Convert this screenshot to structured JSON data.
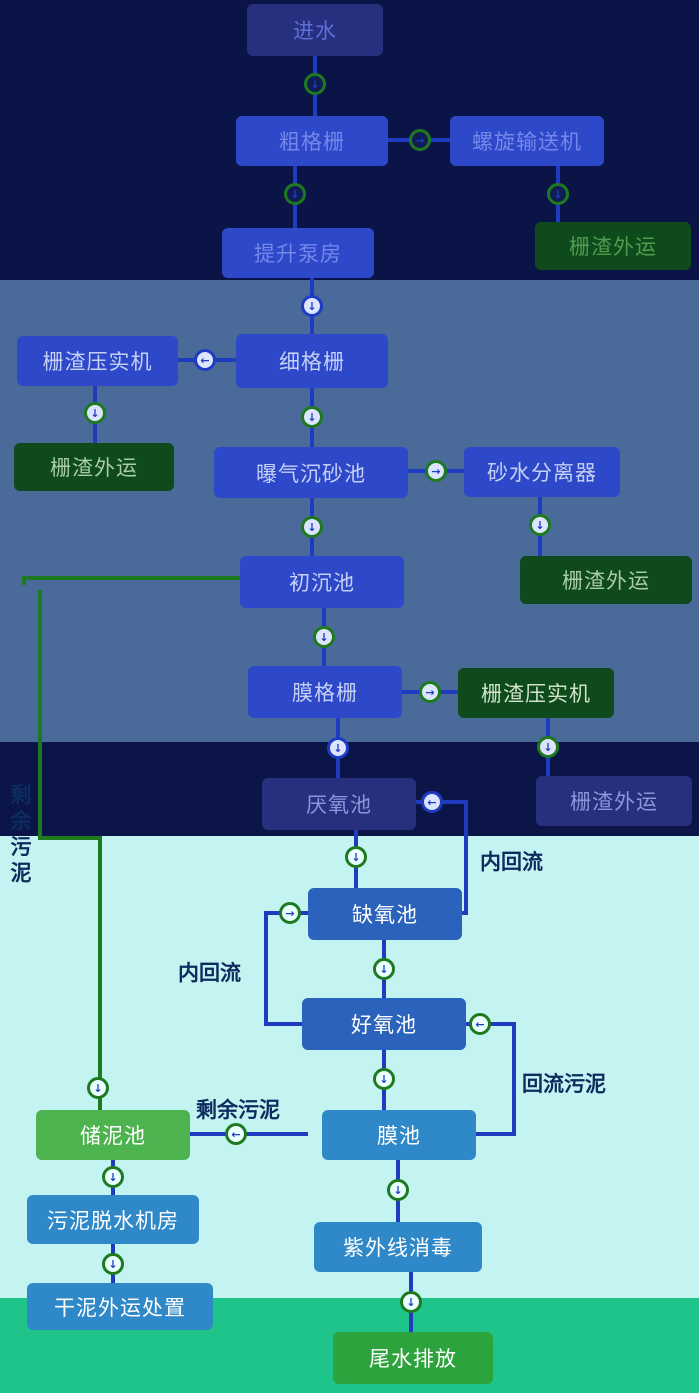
{
  "nodes": {
    "inlet": "进水",
    "coarse_screen": "粗格栅",
    "screw_conveyor": "螺旋输送机",
    "screenings_out_1": "栅渣外运",
    "lift_pump_house": "提升泵房",
    "fine_screen": "细格栅",
    "screenings_press_1": "栅渣压实机",
    "screenings_out_2": "栅渣外运",
    "aerated_grit_tank": "曝气沉砂池",
    "sand_water_separator": "砂水分离器",
    "screenings_out_3": "栅渣外运",
    "primary_clarifier": "初沉池",
    "membrane_screen": "膜格栅",
    "screenings_press_2": "栅渣压实机",
    "screenings_out_4": "栅渣外运",
    "anaerobic_tank": "厌氧池",
    "anoxic_tank": "缺氧池",
    "aerobic_tank": "好氧池",
    "membrane_tank": "膜池",
    "sludge_storage_tank": "储泥池",
    "sludge_dewatering_house": "污泥脱水机房",
    "dry_sludge_disposal": "干泥外运处置",
    "uv_disinfection": "紫外线消毒",
    "effluent_discharge": "尾水排放"
  },
  "flow_labels": {
    "excess_sludge_vertical": "剩余污泥",
    "internal_recycle_1": "内回流",
    "internal_recycle_2": "内回流",
    "return_sludge": "回流污泥",
    "excess_sludge": "剩余污泥"
  },
  "connector_icon": "arrow-in-circle-icon",
  "colors": {
    "band_dark_navy": "#0a1446",
    "band_slate": "#4a6a9a",
    "band_navy_2": "#0b1548",
    "band_light_cyan": "#c4f4f2",
    "band_teal": "#1fc48a",
    "node_dark": "#26307e",
    "node_blue": "#2d48c9",
    "node_mid_blue": "#2a62bc",
    "node_light_blue": "#2f88c7",
    "node_dark_green": "#0f4a1c",
    "node_green": "#2ca33c",
    "node_green_light": "#4db34e",
    "line_blue": "#1e3cc0",
    "line_green": "#1e7a1e"
  }
}
